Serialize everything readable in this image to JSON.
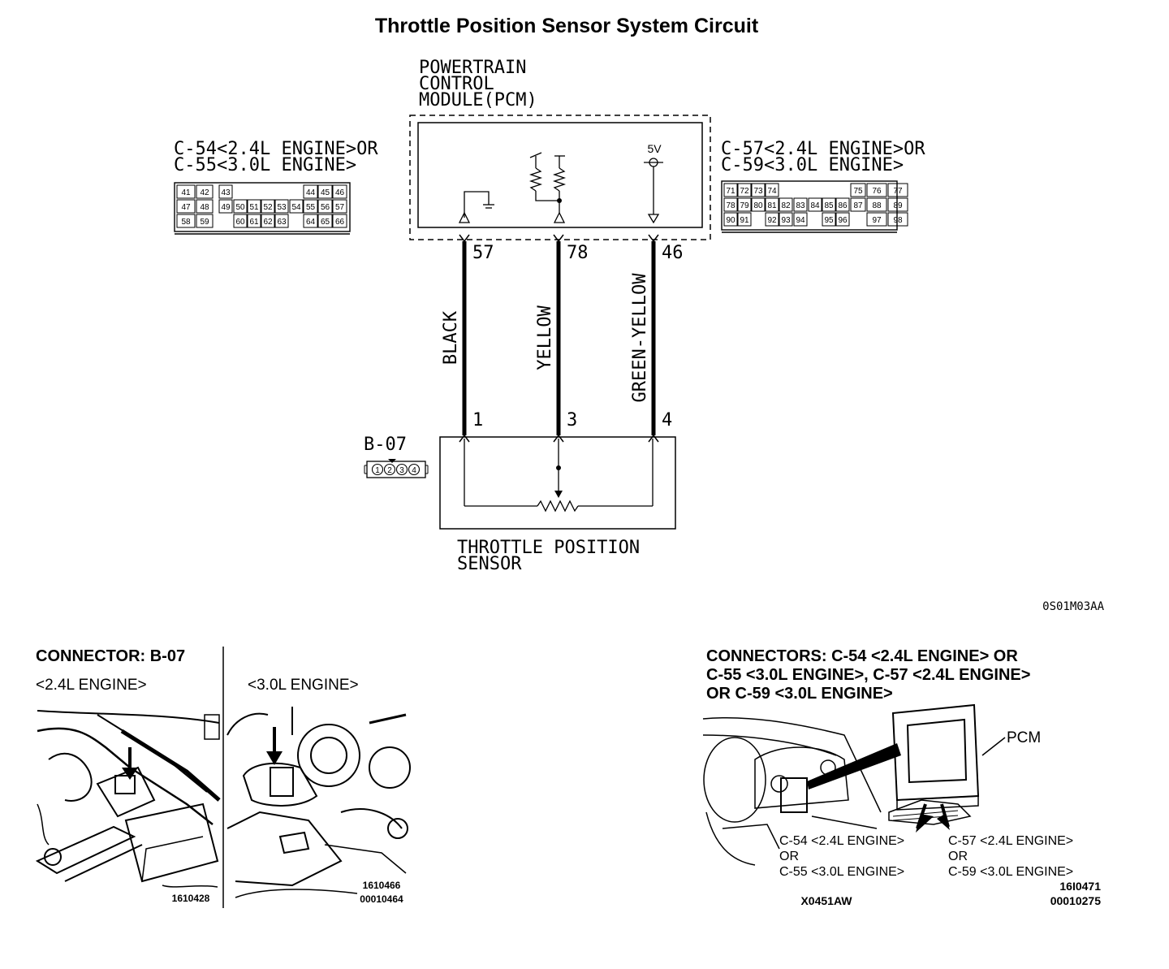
{
  "title": "Throttle Position Sensor System Circuit",
  "pcm": {
    "label_lines": [
      "POWERTRAIN",
      "CONTROL",
      "MODULE(PCM)"
    ],
    "supply_label": "5V"
  },
  "connector_left": {
    "label_lines": [
      "C-54<2.4L ENGINE>OR",
      "C-55<3.0L ENGINE>"
    ],
    "row1": [
      "41",
      "42",
      "43",
      "44",
      "45",
      "46"
    ],
    "row2": [
      "47",
      "48",
      "49",
      "50",
      "51",
      "52",
      "53",
      "54",
      "55",
      "56",
      "57"
    ],
    "row3": [
      "58",
      "59",
      "60",
      "61",
      "62",
      "63",
      "64",
      "65",
      "66"
    ]
  },
  "connector_right": {
    "label_lines": [
      "C-57<2.4L ENGINE>OR",
      "C-59<3.0L ENGINE>"
    ],
    "row1": [
      "71",
      "72",
      "73",
      "74",
      "75",
      "76",
      "77"
    ],
    "row2": [
      "78",
      "79",
      "80",
      "81",
      "82",
      "83",
      "84",
      "85",
      "86",
      "87",
      "88",
      "89"
    ],
    "row3": [
      "90",
      "91",
      "92",
      "93",
      "94",
      "95",
      "96",
      "97",
      "98"
    ]
  },
  "wires": [
    {
      "pcm_pin": "57",
      "color": "BLACK",
      "sensor_pin": "1"
    },
    {
      "pcm_pin": "78",
      "color": "YELLOW",
      "sensor_pin": "3"
    },
    {
      "pcm_pin": "46",
      "color": "GREEN-YELLOW",
      "sensor_pin": "4"
    }
  ],
  "sensor": {
    "connector_id": "B-07",
    "connector_pins": [
      "1",
      "2",
      "3",
      "4"
    ],
    "label_lines": [
      "THROTTLE POSITION",
      "SENSOR"
    ]
  },
  "diagram_code": "0S01M03AA",
  "panel_b07": {
    "heading": "CONNECTOR: B-07",
    "left_caption": "<2.4L ENGINE>",
    "right_caption": "<3.0L ENGINE>",
    "left_ref": "1610428",
    "right_ref_lines": [
      "1610466",
      "00010464"
    ]
  },
  "panel_pcm": {
    "heading_lines": [
      "CONNECTORS: C-54 <2.4L ENGINE> OR",
      "C-55 <3.0L ENGINE>, C-57 <2.4L ENGINE>",
      "OR C-59 <3.0L ENGINE>"
    ],
    "pcm_label": "PCM",
    "left_callout_lines": [
      "C-54 <2.4L ENGINE>",
      "OR",
      "C-55 <3.0L ENGINE>"
    ],
    "right_callout_lines": [
      "C-57 <2.4L ENGINE>",
      "OR",
      "C-59 <3.0L ENGINE>"
    ],
    "ref_lines": [
      "16I0471",
      "00010275"
    ],
    "bottom_code": "X0451AW"
  }
}
